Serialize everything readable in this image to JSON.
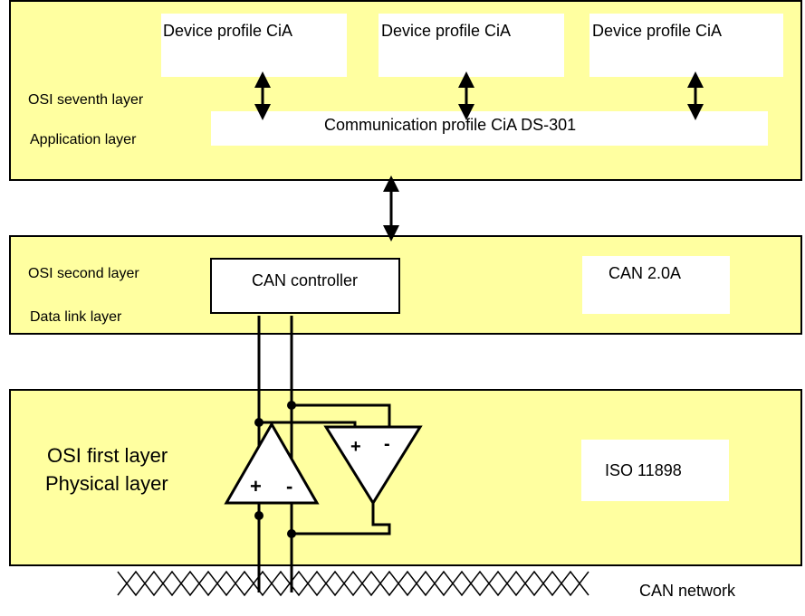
{
  "application_band": {
    "osi_label": "OSI seventh layer",
    "layer_label": "Application layer",
    "device_profiles": [
      "Device profile CiA",
      "Device profile CiA",
      "Device profile CiA"
    ],
    "communication_profile": "Communication profile CiA DS-301"
  },
  "datalink_band": {
    "osi_label": "OSI second layer",
    "layer_label": "Data link layer",
    "controller": "CAN controller",
    "standard": "CAN 2.0A"
  },
  "physical_band": {
    "osi_label": "OSI first layer",
    "layer_label": "Physical layer",
    "standard": "ISO 11898",
    "tx_amp_plus": "+",
    "tx_amp_minus": "-",
    "rx_amp_plus": "+",
    "rx_amp_minus": "-"
  },
  "network": {
    "label": "CAN network"
  }
}
